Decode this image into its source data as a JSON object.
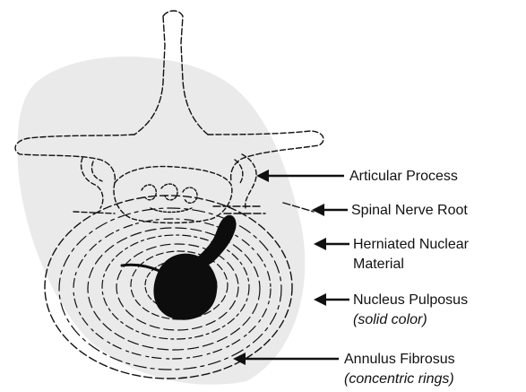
{
  "labels": {
    "articular_process": "Articular Process",
    "spinal_nerve_root": "Spinal Nerve Root",
    "herniated_line1": "Herniated Nuclear",
    "herniated_line2": "Material",
    "nucleus_pulposus": "Nucleus Pulposus",
    "nucleus_note": "(solid color)",
    "annulus_fibrosus": "Annulus Fibrosus",
    "annulus_note": "(concentric rings)"
  },
  "colors": {
    "shadow": "#eaeaea",
    "ink": "#111111",
    "nucleus_fill": "#0d0d0d"
  }
}
